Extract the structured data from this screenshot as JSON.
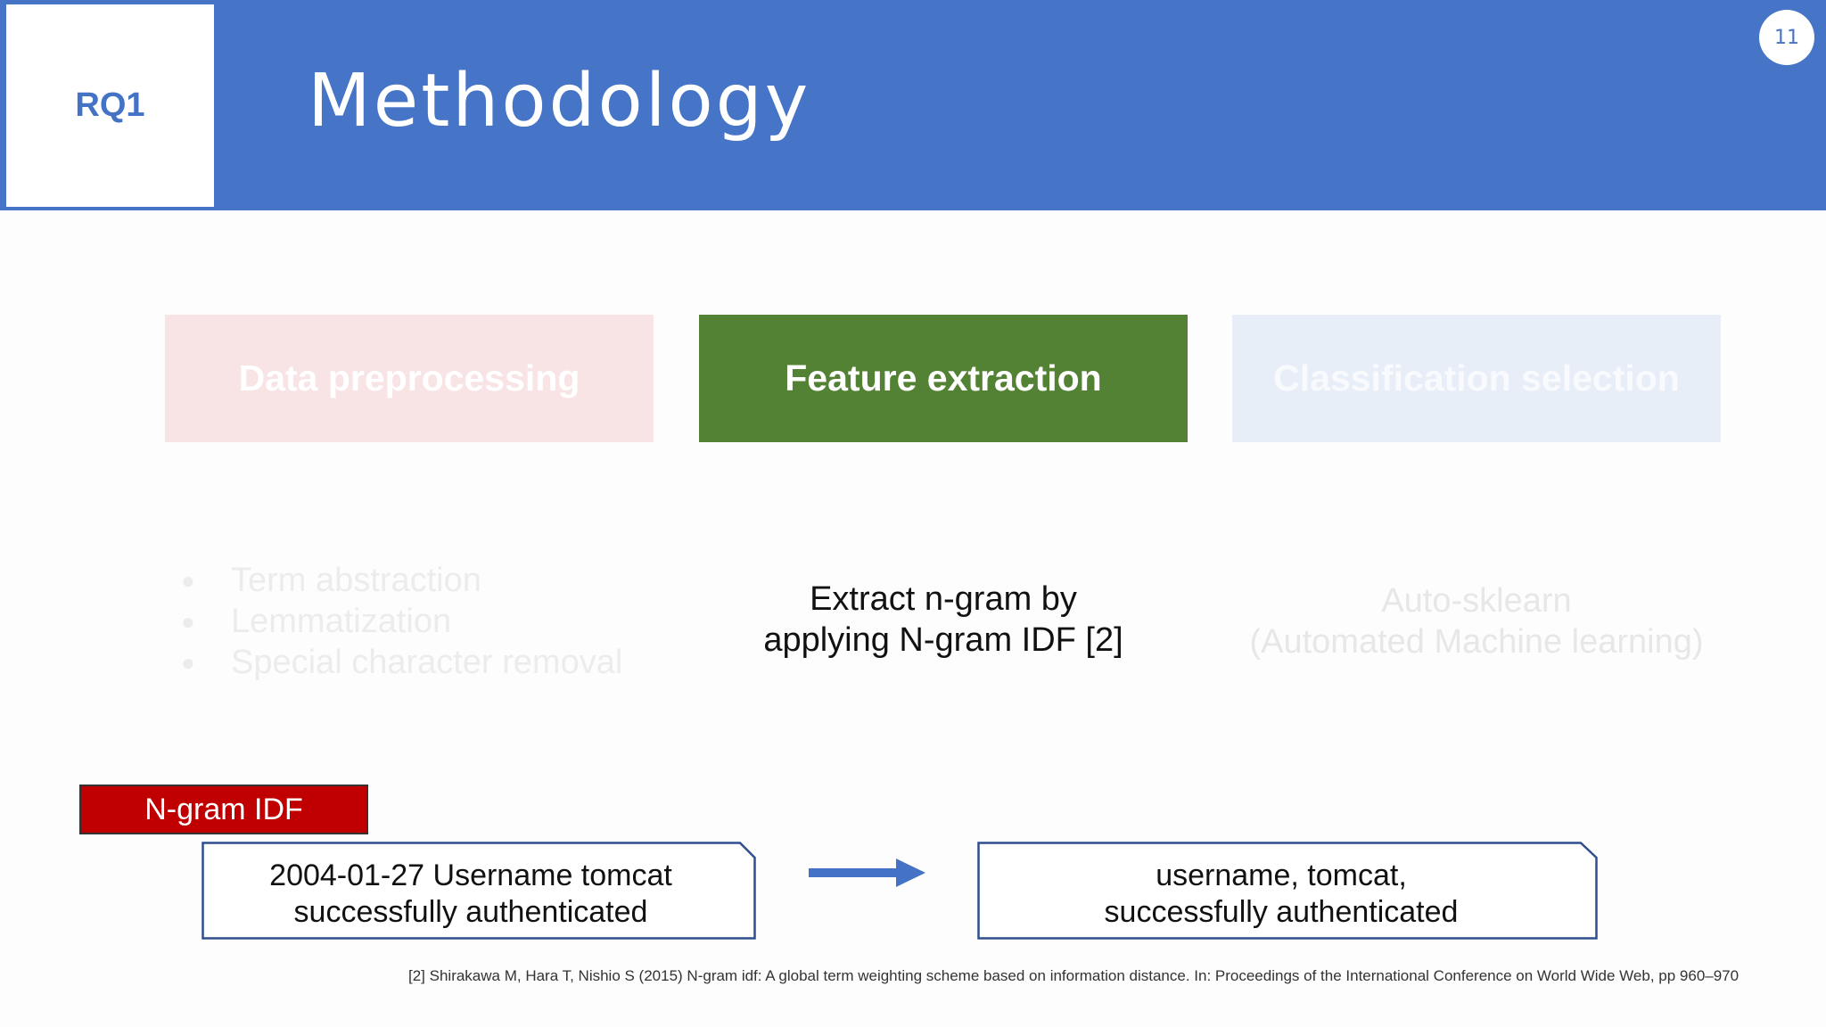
{
  "slide": {
    "section_label": "RQ1",
    "title": "Methodology",
    "page_number": "11"
  },
  "stages": [
    {
      "label": "Data preprocessing",
      "state": "faded"
    },
    {
      "label": "Feature extraction",
      "state": "active"
    },
    {
      "label": "Classification selection",
      "state": "faded"
    }
  ],
  "preprocessing_items": [
    "Term abstraction",
    "Lemmatization",
    "Special character removal"
  ],
  "feature_extraction_text": {
    "line1": "Extract n-gram by",
    "line2": "applying N-gram IDF [2]"
  },
  "classification_text": {
    "line1": "Auto-sklearn",
    "line2": "(Automated Machine learning)"
  },
  "example": {
    "tag_label": "N-gram IDF",
    "input_line1": "2004-01-27 Username tomcat",
    "input_line2": "successfully authenticated",
    "output_line1": "username, tomcat,",
    "output_line2": "successfully authenticated"
  },
  "footnote": "[2] Shirakawa M, Hara T, Nishio S (2015) N-gram idf: A global term weighting scheme based on information distance. In: Proceedings of the International Conference on World Wide Web, pp 960–970",
  "colors": {
    "header_blue": "#4674c6",
    "active_green": "#548235",
    "tag_red": "#c00000",
    "box_border": "#2f4f8f",
    "arrow": "#4472c4"
  }
}
